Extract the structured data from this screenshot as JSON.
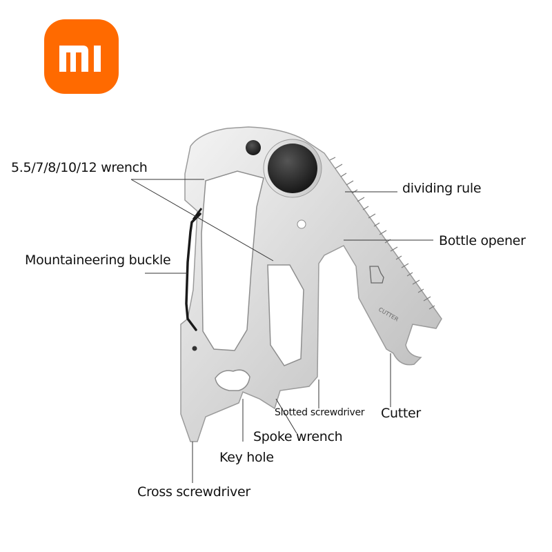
{
  "brand": {
    "name": "MI",
    "color": "#ff6a00"
  },
  "tool": {
    "engraving": "CUTTER"
  },
  "labels": {
    "wrench": "5.5/7/8/10/12 wrench",
    "dividing_rule": "dividing rule",
    "bottle_opener": "Bottle opener",
    "mountaineering_buckle": "Mountaineering buckle",
    "slotted_screwdriver": "Slotted screwdriver",
    "cutter": "Cutter",
    "spoke_wrench": "Spoke wrench",
    "key_hole": "Key hole",
    "cross_screwdriver": "Cross screwdriver"
  }
}
